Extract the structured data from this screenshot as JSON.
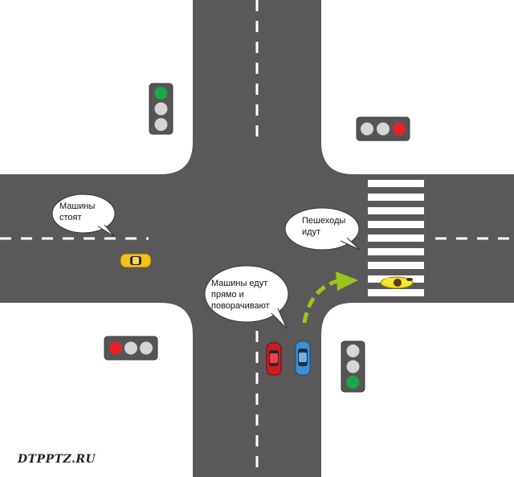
{
  "bubbles": {
    "cars_stop": [
      "Машины",
      "стоят"
    ],
    "pedestrians_go": [
      "Пешеходы",
      "идут"
    ],
    "cars_go": [
      "Машины едут",
      "прямо и",
      "поворачивают"
    ]
  },
  "watermark": "DTPPTZ.RU",
  "colors": {
    "road": "#5b5859",
    "marking": "#ffffff",
    "light_red": "#e8202a",
    "light_green": "#1ca64a",
    "light_off": "#d6d6d6",
    "light_housing": "#555555",
    "turn_arrow": "#9cc51c",
    "car_red": "#d11b24",
    "car_blue": "#3d8fd6",
    "car_yellow": "#f2c31b"
  },
  "traffic_lights": [
    {
      "name": "north-west",
      "active": "green"
    },
    {
      "name": "north-east",
      "active": "red"
    },
    {
      "name": "south-west",
      "active": "red"
    },
    {
      "name": "south-east",
      "active": "green"
    }
  ]
}
